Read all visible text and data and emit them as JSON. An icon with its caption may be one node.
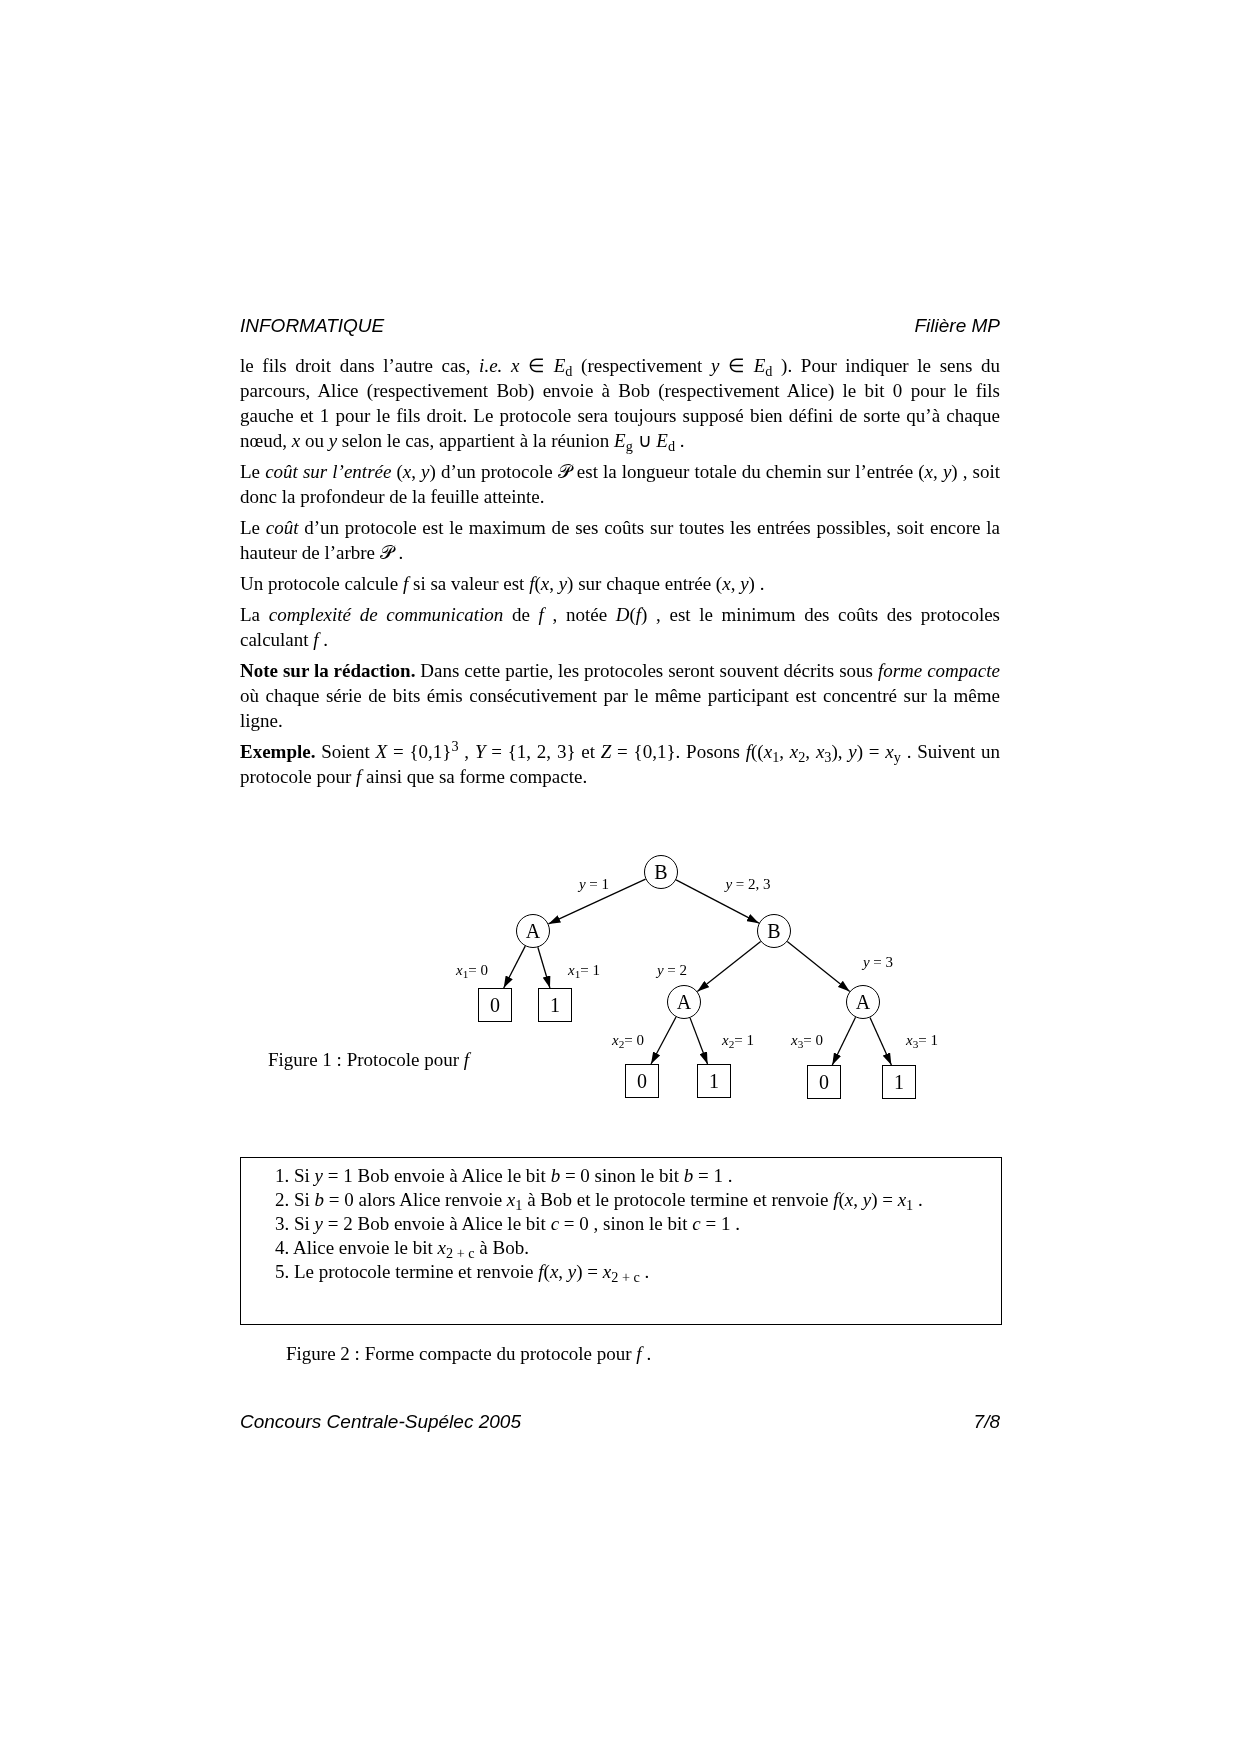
{
  "diagram": {
    "nodes": [
      {
        "text": [
          "B"
        ]
      },
      {
        "text": [
          "A"
        ]
      },
      {
        "text": [
          "B"
        ]
      },
      {
        "text": [
          "0"
        ]
      },
      {
        "text": [
          "1"
        ]
      },
      {
        "text": [
          "A"
        ]
      },
      {
        "text": [
          "A"
        ]
      },
      {
        "text": [
          "0"
        ]
      },
      {
        "text": [
          "1"
        ]
      },
      {
        "text": [
          "0"
        ]
      },
      {
        "text": [
          "1"
        ]
      },
      {
        "text": [
          "1. Si *y* = 1 Bob envoie à Alice le bit *b* = 0 sinon le bit *b* = 1 .",
          "2. Si *b* = 0 alors Alice renvoie *x*$_{1}$ à Bob et le protocole termine et renvoie *f*(*x*, *y*) = *x*$_{1}$ .",
          "3. Si *y* = 2 Bob envoie à Alice le bit *c* = 0 , sinon le bit *c* = 1 .",
          "4. Alice envoie le bit *x*$_{2 + c}$ à Bob.",
          "5. Le protocole termine et renvoie *f*(*x*, *y*) = *x*$_{2 + c}$ ."
        ]
      }
    ],
    "edges": [
      {
        "from": 0,
        "to": 1,
        "arrow": "to",
        "label": "*y* = 1"
      },
      {
        "from": 0,
        "to": 2,
        "arrow": "to",
        "label": "*y* = 2, 3"
      },
      {
        "from": 1,
        "to": 3,
        "arrow": "to",
        "label": "*x*$_{1}$= 0"
      },
      {
        "from": 1,
        "to": 4,
        "arrow": "to",
        "label": "*x*$_{1}$= 1"
      },
      {
        "from": 2,
        "to": 5,
        "arrow": "to",
        "label": "*y* = 2"
      },
      {
        "from": 2,
        "to": 6,
        "arrow": "to",
        "label": "*y* = 3"
      },
      {
        "from": 5,
        "to": 7,
        "arrow": "to",
        "label": "*x*$_{2}$= 0"
      },
      {
        "from": 5,
        "to": 8,
        "arrow": "to",
        "label": "*x*$_{2}$= 1"
      },
      {
        "from": 6,
        "to": 9,
        "arrow": "to",
        "label": "*x*$_{3}$= 0"
      },
      {
        "from": 6,
        "to": 10,
        "arrow": "to",
        "label": "*x*$_{3}$= 1"
      }
    ],
    "labels": [
      "INFORMATIQUE",
      "Filière MP",
      "le fils droit dans l’autre cas, *i.e.* *x* ∈ *E*$_{d}$ (respectivement *y* ∈ *E*$_{d}$ ). Pour indiquer le sens du parcours, Alice (respectivement Bob) envoie à Bob (respectivement Alice) le bit 0 pour le fils gauche et 1 pour le fils droit. Le protocole sera toujours supposé bien défini de sorte qu’à chaque nœud, *x* ou *y* selon le cas, appartient à la réunion *E*$_{g}$ ∪ *E*$_{d}$ .",
      "Le *coût sur l’entrée* (*x*, *y*) d’un protocole 𝒫 est la longueur totale du chemin sur l’entrée (*x*, *y*) , soit donc la profondeur de la feuille atteinte.",
      "Le *coût* d’un protocole est le maximum de ses coûts sur toutes les entrées possibles, soit encore la hauteur de l’arbre 𝒫 .",
      "Un protocole calcule *f* si sa valeur est *f*(*x*, *y*) sur chaque entrée (*x*, *y*) .",
      "La *complexité de communication* de *f* , notée *D*(*f*) , est le minimum des coûts des protocoles calculant *f* .",
      "**Note sur la rédaction.** Dans cette partie, les protocoles seront souvent décrits sous *forme compacte* où chaque série de bits émis consécutivement par le même participant est concentré sur la même ligne.",
      "**Exemple.** Soient *X* = {0,1}$^{3}$ , *Y* = {1, 2, 3} et *Z* = {0,1}. Posons *f*((*x*$_{1}$, *x*$_{2}$, *x*$_{3}$), *y*) = *x*$_{y}$ . Suivent un protocole pour *f* ainsi que sa forme compacte.",
      "Figure 1 : Protocole pour *f*",
      "Figure 2 : Forme compacte du protocole pour *f* .",
      "Concours Centrale-Supélec 2005",
      "7/8"
    ]
  }
}
